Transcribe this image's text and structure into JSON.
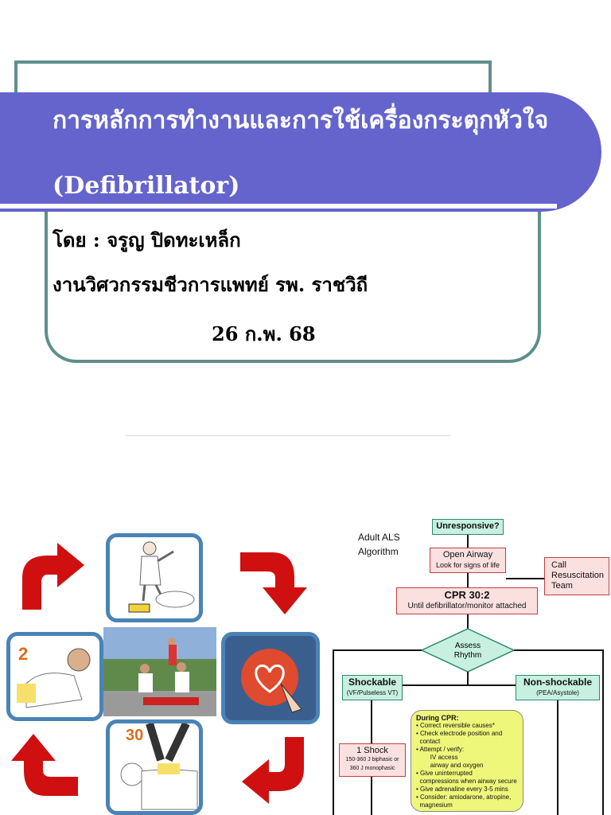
{
  "slide": {
    "title_line1": "การหลักการทำงานและการใช้เครื่องกระตุกหัวใจ",
    "title_line2": "(Defibrillator)",
    "author": "โดย : จรูญ  ปิดทะเหล็ก",
    "department": "งานวิศวกรรมชีวการแพทย์  รพ. ราชวิถี",
    "date": "26 ก.พ. 68"
  },
  "cpr_cycle": {
    "compression_ratio_left": "2",
    "compression_ratio_bottom": "30"
  },
  "als": {
    "label_line1": "Adult ALS",
    "label_line2": "Algorithm",
    "unresponsive": "Unresponsive?",
    "open_airway": "Open Airway",
    "signs_of_life": "Look for signs of life",
    "call_team_1": "Call",
    "call_team_2": "Resuscitation",
    "call_team_3": "Team",
    "cpr": "CPR 30:2",
    "cpr_sub": "Until defibrillator/monitor attached",
    "assess_1": "Assess",
    "assess_2": "Rhythm",
    "shockable": "Shockable",
    "shockable_sub": "(VF/Pulseless VT)",
    "nonshockable": "Non-shockable",
    "nonshockable_sub": "(PEA/Asystole)",
    "shock": "1 Shock",
    "shock_sub1": "150-360 J biphasic or",
    "shock_sub2": "360 J monophasic",
    "during_cpr_title": "During CPR:",
    "during_cpr_items": [
      "• Correct reversible causes*",
      "• Check electrode position and",
      "  contact",
      "• Attempt / verify:",
      "        IV access",
      "        airway and oxygen",
      "• Give uninterrupted",
      "  compressions when airway secure",
      "• Give adrenaline every 3-5 mins",
      "• Consider: amiodarone, atropine,",
      "  magnesium"
    ]
  },
  "colors": {
    "banner": "#6564cd",
    "frame": "#5f8f8a",
    "panel_border": "#4a83b6",
    "arrow": "#d01010"
  }
}
